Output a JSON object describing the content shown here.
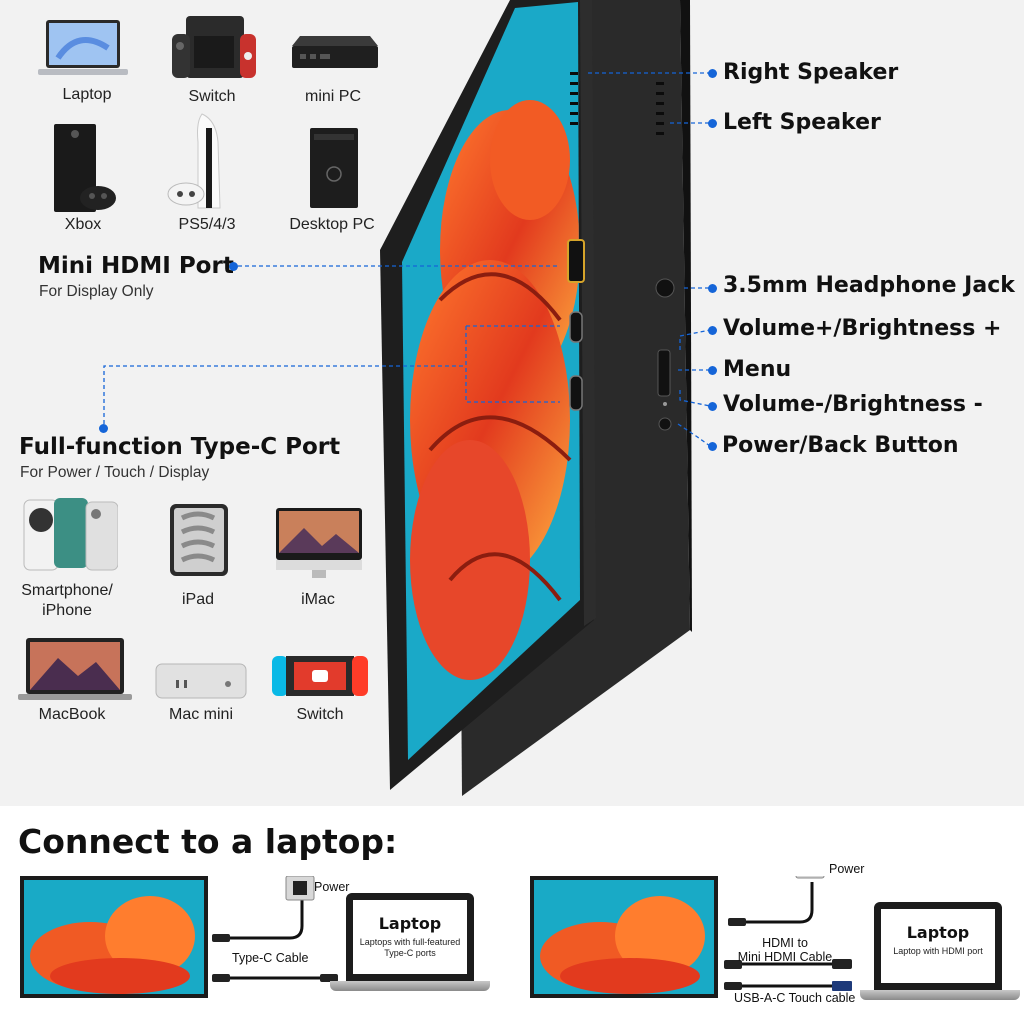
{
  "devices_top": [
    {
      "label": "Laptop",
      "icon": "laptop-icon"
    },
    {
      "label": "Switch",
      "icon": "game-console-icon"
    },
    {
      "label": "mini PC",
      "icon": "mini-pc-icon"
    },
    {
      "label": "Xbox",
      "icon": "xbox-icon"
    },
    {
      "label": "PS5/4/3",
      "icon": "playstation-icon"
    },
    {
      "label": "Desktop PC",
      "icon": "desktop-pc-icon"
    }
  ],
  "hdmi_port": {
    "title": "Mini HDMI Port",
    "subtitle": "For Display Only"
  },
  "typec_port": {
    "title": "Full-function Type-C Port",
    "subtitle": "For Power / Touch / Display"
  },
  "devices_bottom": [
    {
      "label": "Smartphone/\niPhone",
      "icon": "smartphone-icon"
    },
    {
      "label": "iPad",
      "icon": "tablet-icon"
    },
    {
      "label": "iMac",
      "icon": "imac-icon"
    },
    {
      "label": "MacBook",
      "icon": "macbook-icon"
    },
    {
      "label": "Mac mini",
      "icon": "mac-mini-icon"
    },
    {
      "label": "Switch",
      "icon": "switch-icon"
    }
  ],
  "callouts": {
    "right_speaker": "Right Speaker",
    "left_speaker": "Left Speaker",
    "headphone_jack": "3.5mm Headphone Jack",
    "volume_up": "Volume+/Brightness +",
    "menu": "Menu",
    "volume_down": "Volume-/Brightness -",
    "power": "Power/Back Button"
  },
  "connect": {
    "title": "Connect to a laptop:",
    "left": {
      "power_label": "Power",
      "cable_label": "Type-C Cable",
      "laptop_title": "Laptop",
      "laptop_desc": "Laptops with full-featured\nType-C ports"
    },
    "right": {
      "power_label": "Power",
      "hdmi_cable_label": "HDMI to\nMini HDMI Cable",
      "usb_cable_label": "USB-A-C Touch cable",
      "laptop_title": "Laptop",
      "laptop_desc": "Laptop with HDMI port"
    }
  },
  "colors": {
    "accent": "#1565d8",
    "bezel": "#1b1b1b",
    "background": "#f2f2f2"
  }
}
